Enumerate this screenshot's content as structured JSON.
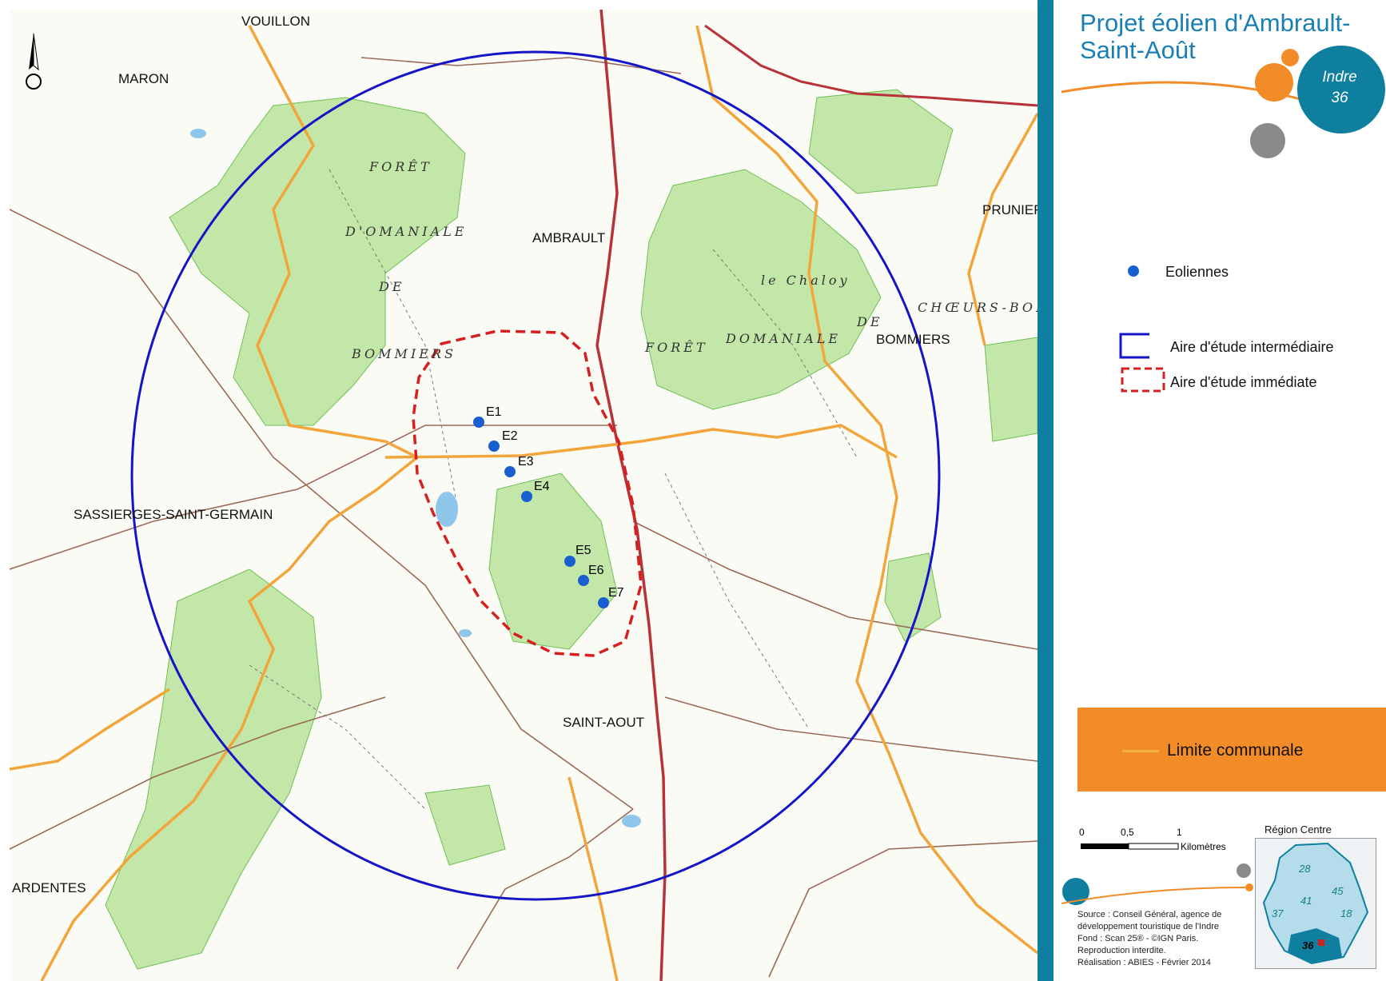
{
  "title": "Projet éolien d'Ambrault-Saint-Août",
  "logo": {
    "line1": "Indre",
    "line2": "36"
  },
  "places": {
    "vouillon": "VOUILLON",
    "maron": "MARON",
    "ambrault": "AMBRAULT",
    "prunier": "PRUNIER",
    "bommiers": "BOMMIERS",
    "sassierges": "SASSIERGES-SAINT-GERMAIN",
    "saint_aout": "SAINT-AOUT",
    "ardentes": "ARDENTES"
  },
  "forests": {
    "f1_l1": "FORÊT",
    "f1_l2": "D'OMANIALE",
    "f1_l3": "DE",
    "f1_l4": "BOMMIERS",
    "f2_l1": "FORÊT",
    "f2_l2": "DOMANIALE",
    "f2_l3": "le Chaloy",
    "f2_l4": "CHŒURS-BOMM",
    "f2_l5": "DE"
  },
  "turbines": [
    "E1",
    "E2",
    "E3",
    "E4",
    "E5",
    "E6",
    "E7"
  ],
  "legend": {
    "eoliennes": "Eoliennes",
    "aire_intermediaire": "Aire d'étude intermédiaire",
    "aire_immediate": "Aire d'étude immédiate",
    "limite_communale": "Limite communale"
  },
  "scale_bar": {
    "t0": "0",
    "t1": "0,5",
    "t2": "1",
    "unit": "Kilomètres"
  },
  "source": {
    "line1": "Source : Conseil Général, agence de",
    "line2": "développement touristique  de l'Indre",
    "line3": "Fond : Scan 25® - ©IGN Paris.",
    "line4": "Reproduction interdite.",
    "line5": "Réalisation : ABIES - Février 2014"
  },
  "inset": {
    "title": "Région Centre",
    "d28": "28",
    "d45": "45",
    "d41": "41",
    "d37": "37",
    "d18": "18",
    "d36": "36"
  },
  "colors": {
    "study_intermediate": "#1515c8",
    "study_immediate": "#d62020",
    "commune_limit": "#f2a53a",
    "turbine": "#1a5fd0",
    "forest": "#bfe6a4",
    "accent": "#0f7fa0",
    "orange": "#f28c28"
  }
}
